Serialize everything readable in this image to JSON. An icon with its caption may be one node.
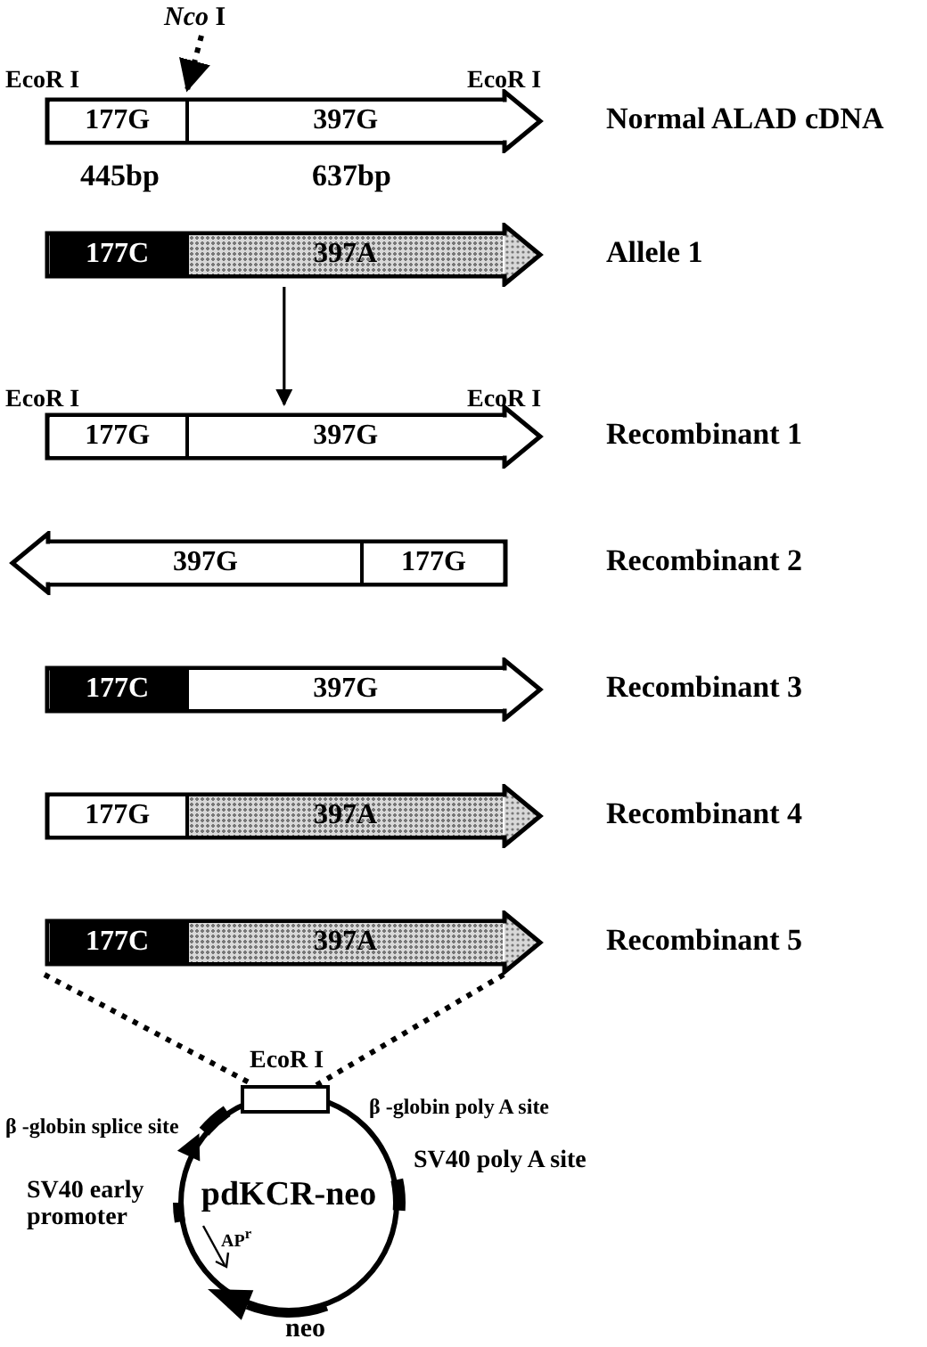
{
  "diagram": {
    "nodes": [
      {
        "text": [
          "*Nco* I"
        ]
      },
      {
        "text": [],
        "shape": "arrow",
        "beside": [
          "Normal ALAD cDNA"
        ]
      },
      {
        "text": [
          "177G"
        ],
        "in": 1
      },
      {
        "text": [
          "397G"
        ],
        "in": 1
      },
      {
        "text": [],
        "shape": "arrow",
        "beside": [
          "Allele 1"
        ]
      },
      {
        "text": [
          "177C"
        ],
        "in": 4
      },
      {
        "text": [
          "397A"
        ],
        "in": 4
      },
      {
        "text": [],
        "shape": "arrow",
        "beside": [
          "Recombinant 1"
        ]
      },
      {
        "text": [
          "177G"
        ],
        "in": 7
      },
      {
        "text": [
          "397G"
        ],
        "in": 7
      },
      {
        "text": [],
        "shape": "arrow",
        "beside": [
          "Recombinant 2"
        ]
      },
      {
        "text": [
          "397G"
        ],
        "in": 10
      },
      {
        "text": [
          "177G"
        ],
        "in": 10
      },
      {
        "text": [],
        "shape": "arrow",
        "beside": [
          "Recombinant 3"
        ]
      },
      {
        "text": [
          "177C"
        ],
        "in": 13
      },
      {
        "text": [
          "397G"
        ],
        "in": 13
      },
      {
        "text": [],
        "shape": "arrow",
        "beside": [
          "Recombinant 4"
        ]
      },
      {
        "text": [
          "177G"
        ],
        "in": 16
      },
      {
        "text": [
          "397A"
        ],
        "in": 16
      },
      {
        "text": [],
        "shape": "arrow",
        "beside": [
          "Recombinant 5"
        ]
      },
      {
        "text": [
          "177C"
        ],
        "in": 19
      },
      {
        "text": [
          "397A"
        ],
        "in": 19
      },
      {
        "text": [
          "pdKCR-neo"
        ]
      },
      {
        "text": [],
        "shape": "box"
      }
    ],
    "edges": [
      {
        "from": 0,
        "to": 1,
        "arrow": "to",
        "style": "dashed"
      },
      {
        "from": 4,
        "to": 7,
        "arrow": "to"
      },
      {
        "from": 19,
        "to": 23,
        "arrow": "none",
        "style": "dashed"
      },
      {
        "from": 19,
        "to": 23,
        "arrow": "none",
        "style": "dashed"
      }
    ],
    "labels": [
      "EcoR I",
      "EcoR I",
      "445bp",
      "637bp",
      "EcoR I",
      "EcoR I",
      "EcoR I",
      "β -globin splice site",
      "β -globin poly A site",
      "SV40 poly A site",
      "SV40 early promoter",
      "AP$^{r}$",
      "neo"
    ]
  }
}
